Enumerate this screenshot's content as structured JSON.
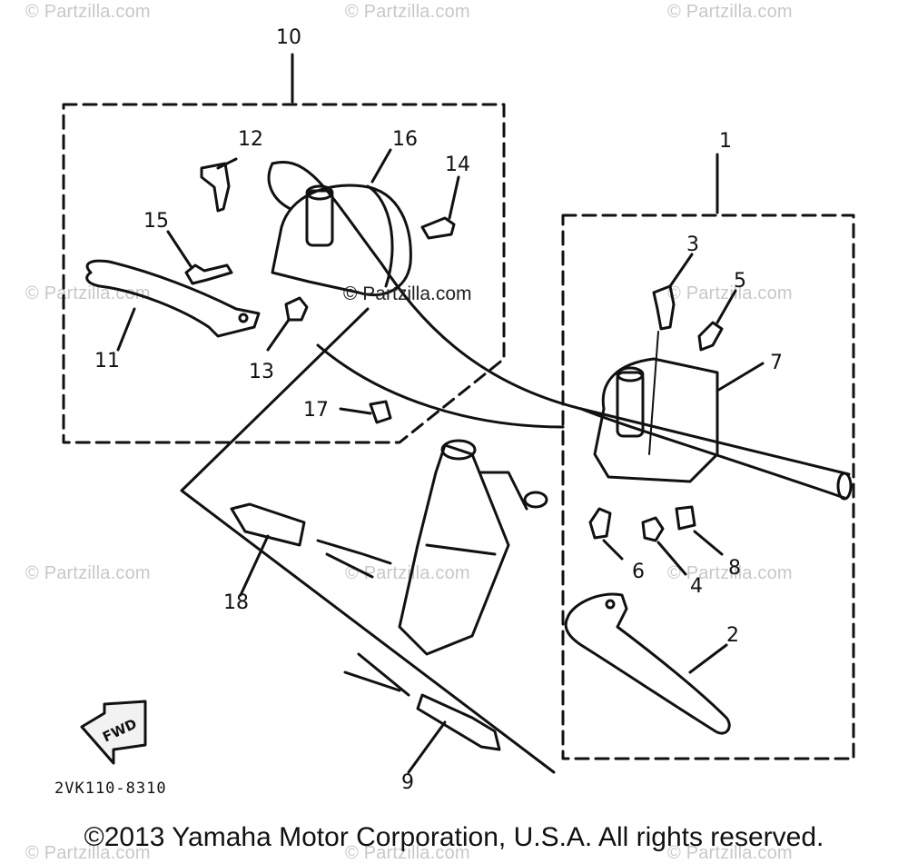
{
  "diagram": {
    "part_code": "2VK110-8310",
    "copyright": "©2013 Yamaha Motor Corporation, U.S.A. All rights reserved.",
    "center_watermark": "© Partzilla.com",
    "watermark_text": "© Partzilla.com",
    "fwd_label": "FWD",
    "callouts": {
      "c1": "1",
      "c2": "2",
      "c3": "3",
      "c4": "4",
      "c5": "5",
      "c6": "6",
      "c7": "7",
      "c8": "8",
      "c9": "9",
      "c10": "10",
      "c11": "11",
      "c12": "12",
      "c13": "13",
      "c14": "14",
      "c15": "15",
      "c16": "16",
      "c17": "17",
      "c18": "18"
    }
  }
}
